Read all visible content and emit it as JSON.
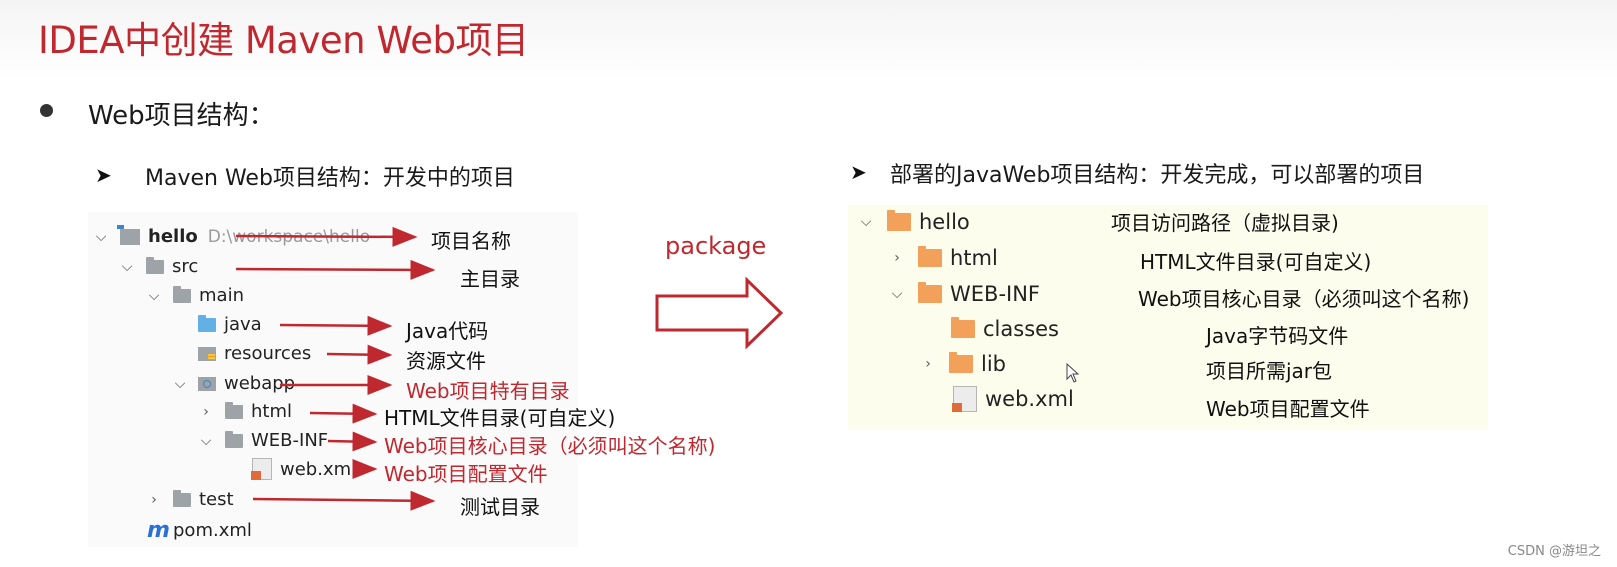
{
  "title": "IDEA中创建 Maven Web项目",
  "bullet": "Web项目结构：",
  "left": {
    "heading_mark": "➤",
    "heading": "Maven Web项目结构：开发中的项目",
    "tree": {
      "hello": "hello",
      "hello_path": "D:\\workspace\\hello",
      "src": "src",
      "main": "main",
      "java": "java",
      "resources": "resources",
      "webapp": "webapp",
      "html": "html",
      "webinf": "WEB-INF",
      "webxml": "web.xml",
      "test": "test",
      "pom": "pom.xml"
    },
    "annotations": {
      "hello": "项目名称",
      "src": "主目录",
      "java": "Java代码",
      "resources": "资源文件",
      "webapp": "Web项目特有目录",
      "html": "HTML文件目录(可自定义)",
      "webinf": "Web项目核心目录（必须叫这个名称)",
      "webxml": "Web项目配置文件",
      "test": "测试目录"
    }
  },
  "package_label": "package",
  "right": {
    "heading_mark": "➤",
    "heading": "部署的JavaWeb项目结构：开发完成，可以部署的项目",
    "tree": {
      "hello": "hello",
      "html": "html",
      "webinf": "WEB-INF",
      "classes": "classes",
      "lib": "lib",
      "webxml": "web.xml"
    },
    "annotations": {
      "hello": "项目访问路径（虚拟目录)",
      "html": "HTML文件目录(可自定义)",
      "webinf": "Web项目核心目录（必须叫这个名称)",
      "classes": "Java字节码文件",
      "lib": "项目所需jar包",
      "webxml": "Web项目配置文件"
    }
  },
  "watermark": "CSDN @游坦之",
  "colors": {
    "accent_red": "#c0282f",
    "arrow_red": "#c0282f",
    "folder_orange": "#f2a05a",
    "folder_gray": "#9ea3a8",
    "folder_blue": "#62b0e6"
  },
  "icons": {
    "chevron_down": "chevron-down-icon",
    "chevron_right": "chevron-right-icon",
    "folder": "folder-icon",
    "xml": "xml-file-icon",
    "maven": "maven-icon"
  }
}
